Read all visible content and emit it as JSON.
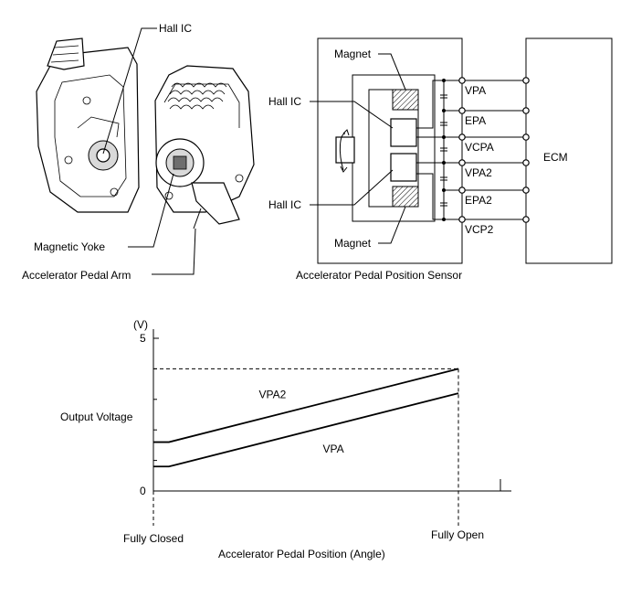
{
  "illustration": {
    "labels": {
      "hall_ic": "Hall IC",
      "magnetic_yoke": "Magnetic Yoke",
      "pedal_arm": "Accelerator Pedal Arm"
    }
  },
  "circuit": {
    "caption": "Accelerator Pedal Position Sensor",
    "ecm": "ECM",
    "magnet_top": "Magnet",
    "magnet_bottom": "Magnet",
    "hall_ic_top": "Hall IC",
    "hall_ic_bottom": "Hall IC",
    "terminals": [
      "VPA",
      "EPA",
      "VCPA",
      "VPA2",
      "EPA2",
      "VCP2"
    ]
  },
  "chart_data": {
    "type": "line",
    "ylabel": "Output Voltage",
    "yunit": "(V)",
    "xlabel": "Accelerator Pedal Position (Angle)",
    "y_ticks": [
      "0",
      "5"
    ],
    "x_ticks": [
      "Fully Closed",
      "Fully Open"
    ],
    "ylim": [
      0,
      5
    ],
    "x": [
      "Fully Closed",
      "Fully Open"
    ],
    "series": [
      {
        "name": "VPA2",
        "values": [
          1.6,
          4.0
        ]
      },
      {
        "name": "VPA",
        "values": [
          0.8,
          3.2
        ]
      }
    ],
    "reference_level": 4.0
  }
}
